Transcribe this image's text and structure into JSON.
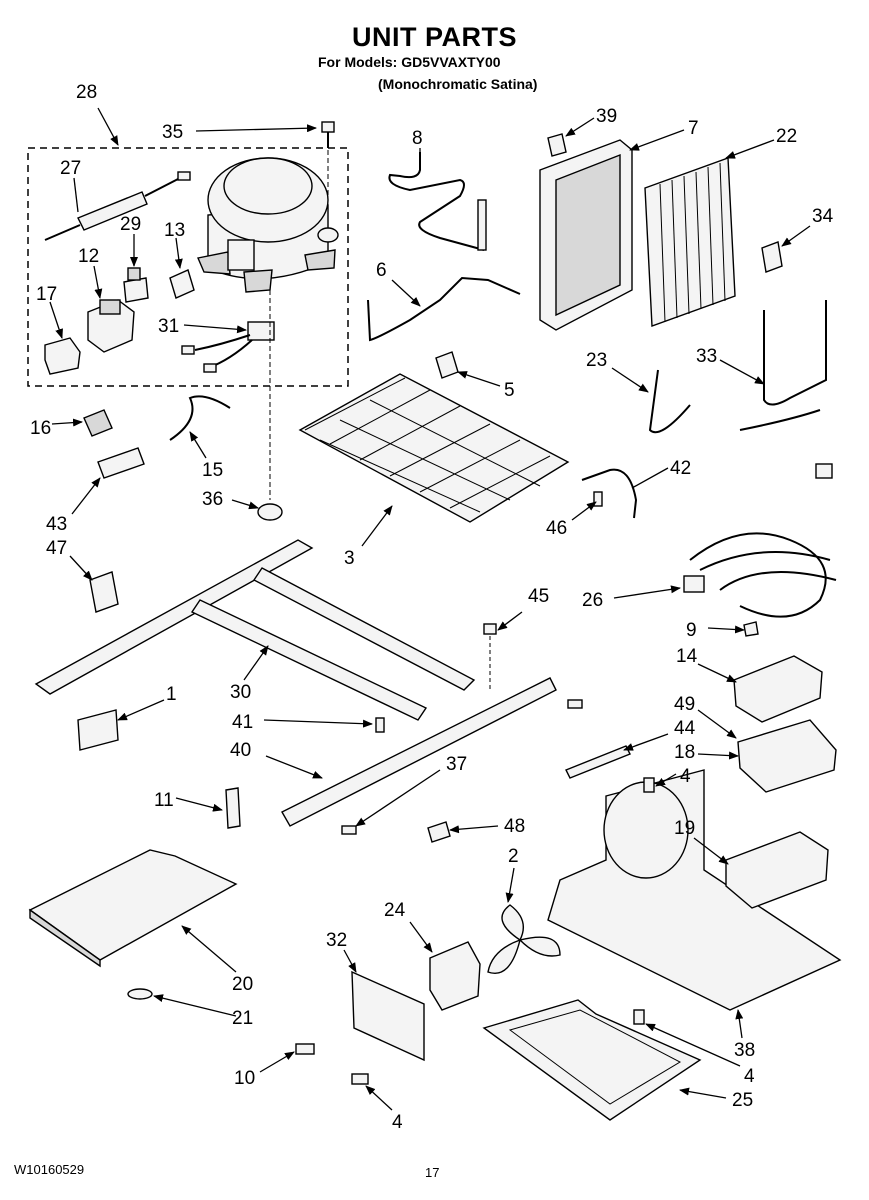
{
  "header": {
    "title": "UNIT PARTS",
    "models_line": "For Models: GD5VVAXTY00",
    "color_line": "(Monochromatic Satina)"
  },
  "footer": {
    "doc_number": "W10160529",
    "page_number": "17"
  },
  "callouts": {
    "c28": "28",
    "c35": "35",
    "c8": "8",
    "c39": "39",
    "c7": "7",
    "c22": "22",
    "c27": "27",
    "c29": "29",
    "c13": "13",
    "c12": "12",
    "c17": "17",
    "c31": "31",
    "c6": "6",
    "c34": "34",
    "c33": "33",
    "c23": "23",
    "c5": "5",
    "c16": "16",
    "c15": "15",
    "c42": "42",
    "c36": "36",
    "c46": "46",
    "c43": "43",
    "c47": "47",
    "c3": "3",
    "c26": "26",
    "c45": "45",
    "c9": "9",
    "c14": "14",
    "c1": "1",
    "c30": "30",
    "c49": "49",
    "c44": "44",
    "c18": "18",
    "c41": "41",
    "c40": "40",
    "c37": "37",
    "c4a": "4",
    "c11": "11",
    "c48": "48",
    "c19": "19",
    "c2": "2",
    "c24": "24",
    "c32": "32",
    "c20": "20",
    "c21": "21",
    "c38": "38",
    "c10": "10",
    "c4b": "4",
    "c25": "25",
    "c4c": "4"
  }
}
